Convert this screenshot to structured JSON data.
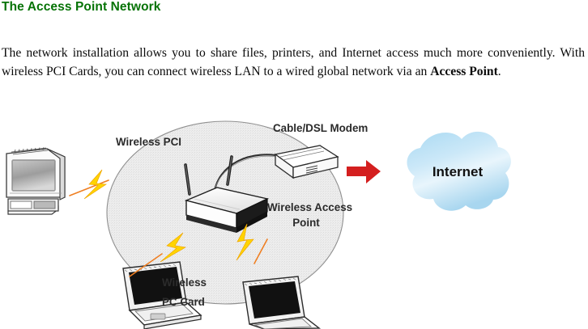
{
  "document": {
    "heading": "The Access Point Network",
    "paragraph_before_bold": "The network installation allows you to share files, printers, and Internet access much more conveniently. With wireless PCI Cards, you can connect wireless LAN to a wired global network via an ",
    "paragraph_bold": "Access Point",
    "paragraph_after_bold": "."
  },
  "diagram": {
    "title": "wireless access point network topology",
    "coverage_area": {
      "name": "wireless-coverage-ellipse",
      "fill": "#ececec",
      "stroke": "#8d8d8d"
    },
    "nodes": [
      {
        "id": "desktop-pc",
        "label": "Wireless PCI",
        "device": "desktop computer with wireless PCI card"
      },
      {
        "id": "access-point",
        "label_line1": "Wireless Access",
        "label_line2": "Point",
        "device": "wireless access point with two antennas"
      },
      {
        "id": "cable-dsl-modem",
        "label": "Cable/DSL Modem",
        "device": "cable or DSL modem"
      },
      {
        "id": "laptop-left",
        "label_line1": "Wireless",
        "label_line2": "PC Card",
        "device": "notebook computer with wireless PC card"
      },
      {
        "id": "laptop-right",
        "label": "",
        "device": "notebook computer with wireless PC card"
      },
      {
        "id": "internet-cloud",
        "label": "Internet",
        "device": "internet cloud"
      }
    ],
    "links": [
      {
        "from": "access-point",
        "to": "cable-dsl-modem",
        "type": "wired-cable"
      },
      {
        "from": "access-point",
        "to": "desktop-pc",
        "type": "wireless-bolt"
      },
      {
        "from": "access-point",
        "to": "laptop-left",
        "type": "wireless-bolt"
      },
      {
        "from": "access-point",
        "to": "laptop-right",
        "type": "wireless-bolt"
      },
      {
        "from": "cable-dsl-modem",
        "to": "internet-cloud",
        "type": "red-arrow"
      }
    ],
    "colors": {
      "heading_green": "#067306",
      "bolt_yellow": "#ffd800",
      "bolt_orange": "#f07a1e",
      "arrow_red": "#d41f1f",
      "cloud_blue_dark": "#9fd4ef",
      "cloud_blue_light": "#e2f2fb",
      "label_gray": "#2b2b2b"
    }
  }
}
